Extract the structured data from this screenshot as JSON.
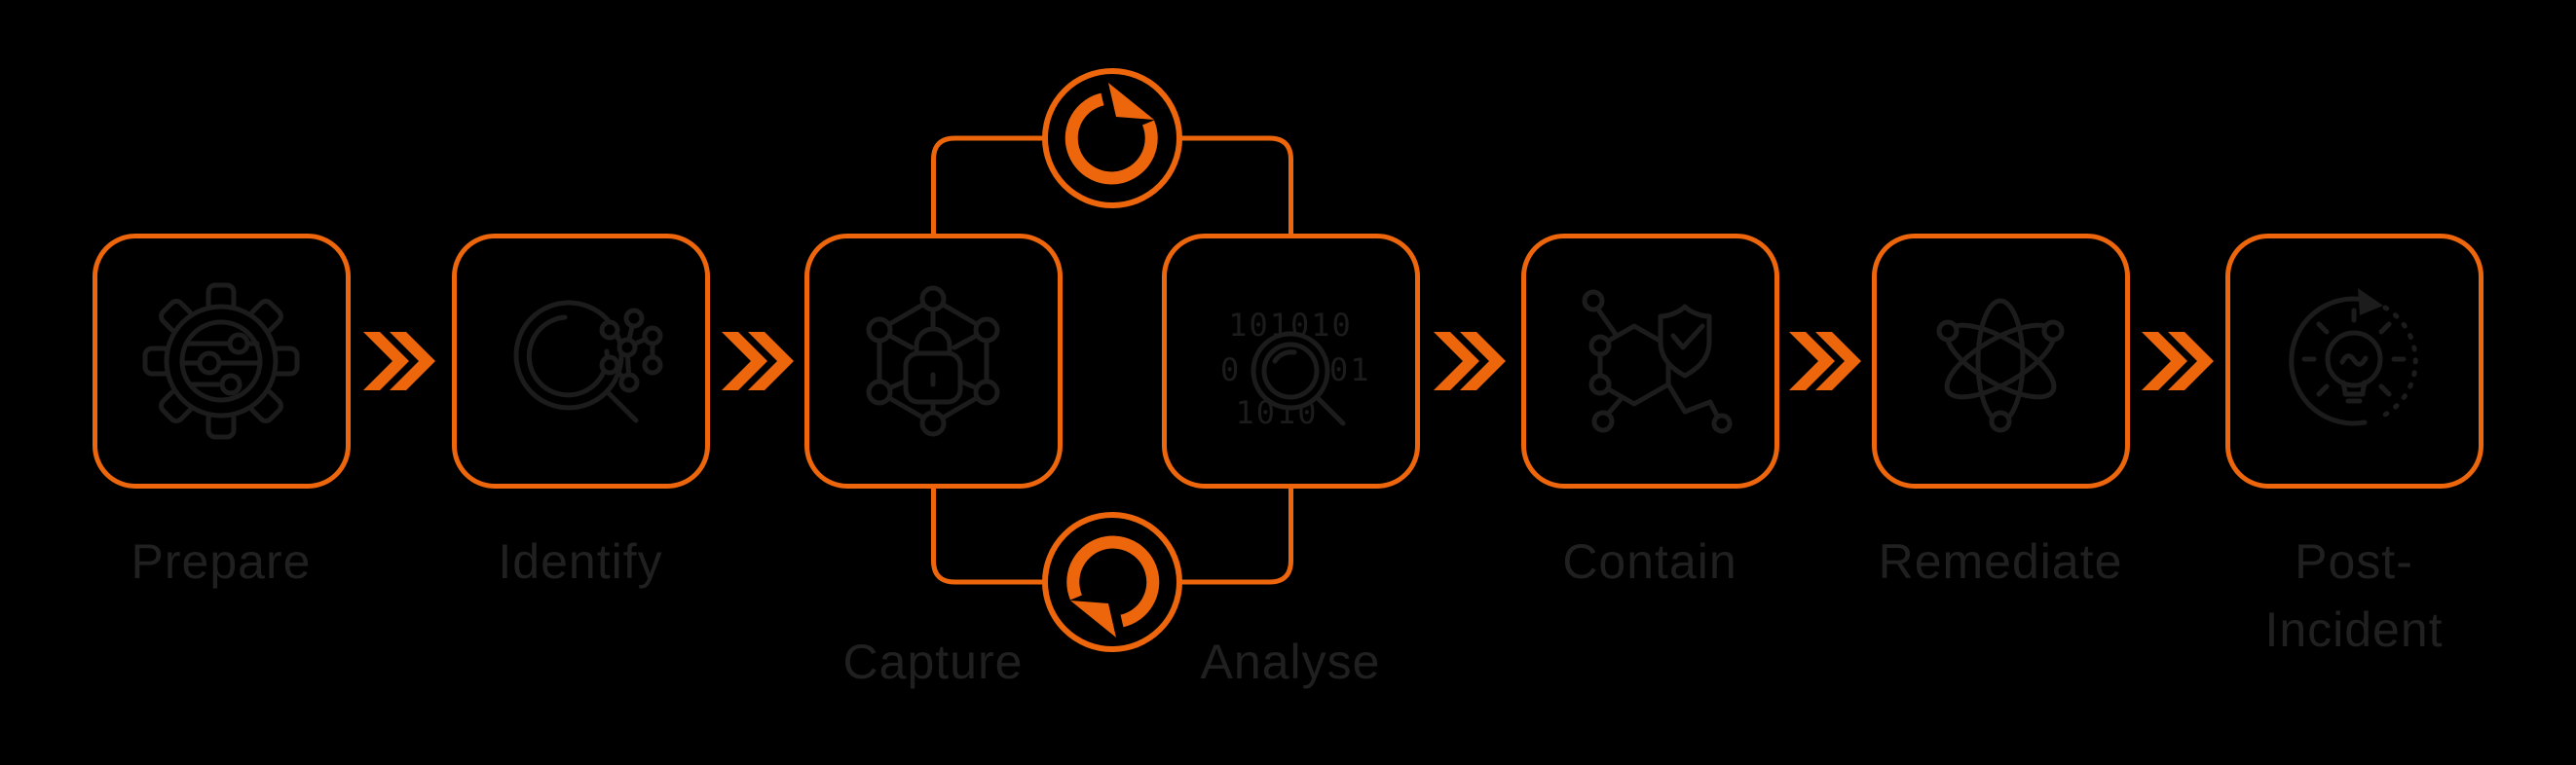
{
  "colors": {
    "background": "#000000",
    "accent_orange": "#ED660C",
    "icon_stroke": "#1C1C1C",
    "label_gray": "#202020"
  },
  "stages": [
    {
      "label": "Prepare",
      "icon": "gear-network-icon"
    },
    {
      "label": "Identify",
      "icon": "magnifier-nodes-icon"
    },
    {
      "label": "Capture",
      "icon": "network-lock-icon"
    },
    {
      "label": "Analyse",
      "icon": "binary-magnifier-icon"
    },
    {
      "label": "Contain",
      "icon": "molecule-shield-icon"
    },
    {
      "label": "Remediate",
      "icon": "atom-icon"
    },
    {
      "label_line1": "Post-",
      "label_line2": "Incident",
      "icon": "lightbulb-cycle-icon"
    }
  ],
  "analyse_binary": {
    "row1": "101010",
    "row2_left": "0",
    "row2_right": "01",
    "row3": "1010"
  },
  "loop": {
    "between": [
      "Capture",
      "Analyse"
    ],
    "top_icon": "refresh-clockwise-icon",
    "bottom_icon": "refresh-counterclockwise-icon"
  }
}
